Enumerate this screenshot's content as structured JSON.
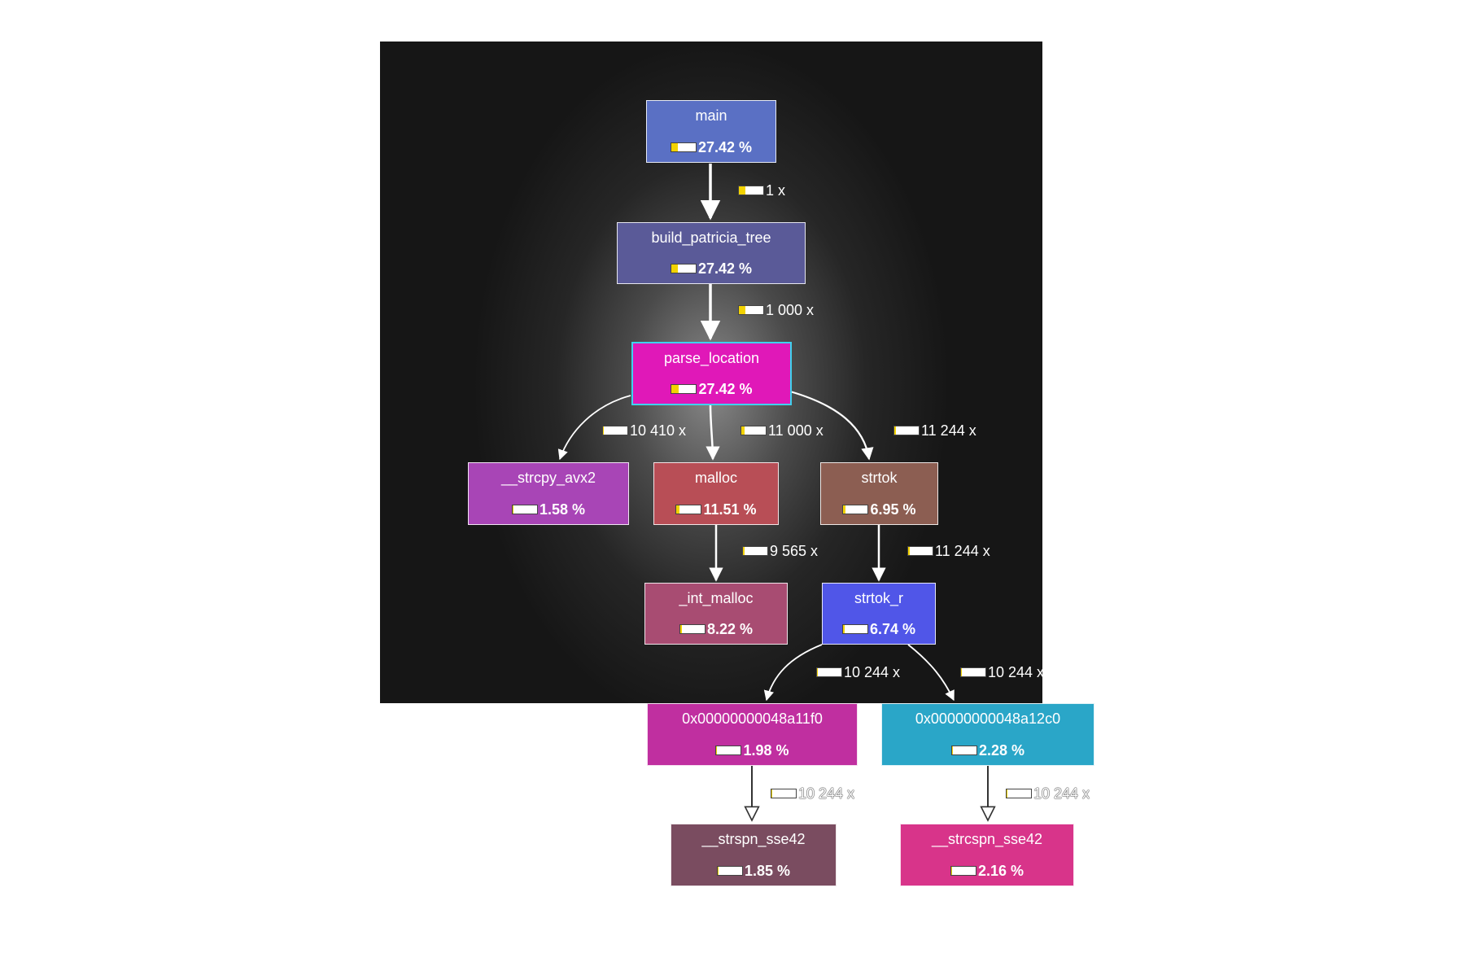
{
  "colors": {
    "main": "#5a70c4",
    "build_patricia_tree": "#5a5a98",
    "parse_location": "#e018b8",
    "strcpy_avx2": "#a845b6",
    "malloc": "#b84e56",
    "strtok": "#8c5e52",
    "int_malloc": "#a84c72",
    "strtok_r": "#5056e8",
    "addr1": "#c02fa0",
    "addr2": "#2aa6c8",
    "strspn": "#7a4c60",
    "strcspn": "#d8348a",
    "bar_fill": "#f2d200"
  },
  "nodes": {
    "main": {
      "name": "main",
      "cost": "27.42 %",
      "fraction": 0.2742
    },
    "build_patricia_tree": {
      "name": "build_patricia_tree",
      "cost": "27.42 %",
      "fraction": 0.2742
    },
    "parse_location": {
      "name": "parse_location",
      "cost": "27.42 %",
      "fraction": 0.2742
    },
    "strcpy_avx2": {
      "name": "__strcpy_avx2",
      "cost": "1.58 %",
      "fraction": 0.0158
    },
    "malloc": {
      "name": "malloc",
      "cost": "11.51 %",
      "fraction": 0.1151
    },
    "strtok": {
      "name": "strtok",
      "cost": "6.95 %",
      "fraction": 0.0695
    },
    "int_malloc": {
      "name": "_int_malloc",
      "cost": "8.22 %",
      "fraction": 0.0822
    },
    "strtok_r": {
      "name": "strtok_r",
      "cost": "6.74 %",
      "fraction": 0.0674
    },
    "addr1": {
      "name": "0x00000000048a11f0",
      "cost": "1.98 %",
      "fraction": 0.0198
    },
    "addr2": {
      "name": "0x00000000048a12c0",
      "cost": "2.28 %",
      "fraction": 0.0228
    },
    "strspn": {
      "name": "__strspn_sse42",
      "cost": "1.85 %",
      "fraction": 0.0185
    },
    "strcspn": {
      "name": "__strcspn_sse42",
      "cost": "2.16 %",
      "fraction": 0.0216
    }
  },
  "edges": {
    "main_build": {
      "calls": "1 x",
      "fraction": 0.2742
    },
    "build_parse": {
      "calls": "1 000 x",
      "fraction": 0.2742
    },
    "parse_strcpy": {
      "calls": "10 410 x",
      "fraction": 0.0158
    },
    "parse_malloc": {
      "calls": "11 000 x",
      "fraction": 0.1151
    },
    "parse_strtok": {
      "calls": "11 244 x",
      "fraction": 0.0695
    },
    "malloc_int": {
      "calls": "9 565 x",
      "fraction": 0.0822
    },
    "strtok_strtokr": {
      "calls": "11 244 x",
      "fraction": 0.0674
    },
    "strtokr_addr1": {
      "calls": "10 244 x",
      "fraction": 0.0198
    },
    "strtokr_addr2": {
      "calls": "10 244 x",
      "fraction": 0.0228
    },
    "addr1_strspn": {
      "calls": "10 244 x",
      "fraction": 0.0185
    },
    "addr2_strcspn": {
      "calls": "10 244 x",
      "fraction": 0.0216
    }
  }
}
